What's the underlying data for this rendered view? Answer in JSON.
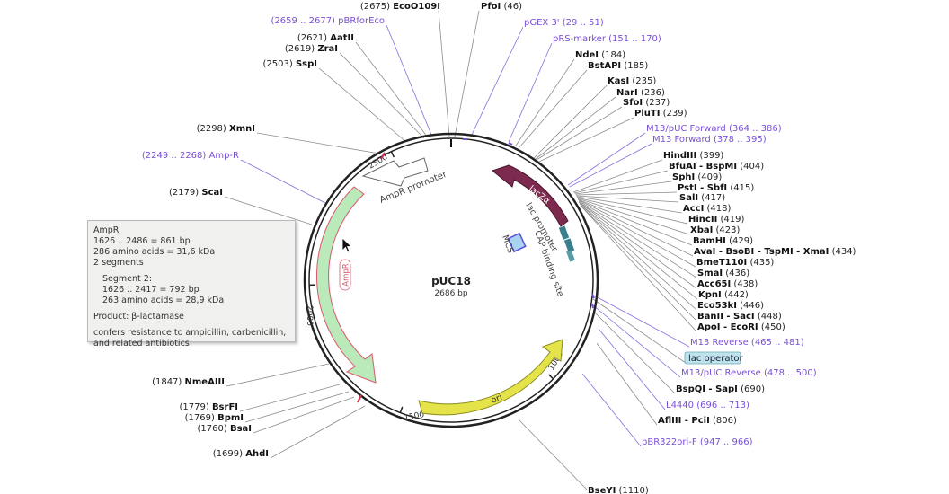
{
  "map": {
    "name": "pUC18",
    "length": "2686 bp",
    "colors": {
      "enzyme": "#111111",
      "enzyme_pos": "#222222",
      "primer": "#7a4fd6",
      "leader": "#8c8c8c",
      "primer_leader": "#8a6bdc",
      "ampr": "#9de09d",
      "lacza": "#7d2a4e",
      "ori": "#e4e44a",
      "ampr_promoter": "#ffffff",
      "tick": "#d12b4a"
    },
    "ticks": [
      "2500",
      "2000",
      "1500",
      "1000"
    ],
    "features": {
      "ampr_label": "AmpR",
      "ampr_promoter_label": "AmpR promoter",
      "lacza_label": "lacZα",
      "lac_promoter_label": "lac promoter",
      "cap_label": "CAP binding site",
      "mcs_label": "MCS",
      "ori_label": "ori"
    }
  },
  "labels_top": [
    {
      "pos": "(2675)",
      "name": "EcoO109I"
    },
    {
      "pos": "(46)",
      "name": "PfoI"
    }
  ],
  "labels_left": [
    {
      "pos": "(2659 .. 2677)",
      "name": "pBRforEco",
      "primer": true
    },
    {
      "pos": "(2621)",
      "name": "AatII"
    },
    {
      "pos": "(2619)",
      "name": "ZraI"
    },
    {
      "pos": "(2503)",
      "name": "SspI"
    },
    {
      "pos": "(2298)",
      "name": "XmnI"
    },
    {
      "pos": "(2249 .. 2268)",
      "name": "Amp-R",
      "primer": true
    },
    {
      "pos": "(2179)",
      "name": "ScaI"
    },
    {
      "pos": "(1847)",
      "name": "NmeAIII"
    },
    {
      "pos": "(1779)",
      "name": "BsrFI"
    },
    {
      "pos": "(1769)",
      "name": "BpmI"
    },
    {
      "pos": "(1760)",
      "name": "BsaI"
    },
    {
      "pos": "(1699)",
      "name": "AhdI"
    }
  ],
  "labels_right": [
    {
      "name": "pGEX 3'",
      "pos": "(29 .. 51)",
      "primer": true
    },
    {
      "name": "pRS-marker",
      "pos": "(151 .. 170)",
      "primer": true
    },
    {
      "name": "NdeI",
      "pos": "(184)"
    },
    {
      "name": "BstAPI",
      "pos": "(185)"
    },
    {
      "name": "KasI",
      "pos": "(235)"
    },
    {
      "name": "NarI",
      "pos": "(236)"
    },
    {
      "name": "SfoI",
      "pos": "(237)"
    },
    {
      "name": "PluTI",
      "pos": "(239)"
    },
    {
      "name": "M13/pUC Forward",
      "pos": "(364 .. 386)",
      "primer": true
    },
    {
      "name": "M13 Forward",
      "pos": "(378 .. 395)",
      "primer": true
    },
    {
      "name": "HindIII",
      "pos": "(399)"
    },
    {
      "name": "BfuAI - BspMI",
      "pos": "(404)"
    },
    {
      "name": "SphI",
      "pos": "(409)"
    },
    {
      "name": "PstI - SbfI",
      "pos": "(415)"
    },
    {
      "name": "SalI",
      "pos": "(417)"
    },
    {
      "name": "AccI",
      "pos": "(418)"
    },
    {
      "name": "HincII",
      "pos": "(419)"
    },
    {
      "name": "XbaI",
      "pos": "(423)"
    },
    {
      "name": "BamHI",
      "pos": "(429)"
    },
    {
      "name": "AvaI - BsoBI - TspMI - XmaI",
      "pos": "(434)"
    },
    {
      "name": "BmeT110I",
      "pos": "(435)"
    },
    {
      "name": "SmaI",
      "pos": "(436)"
    },
    {
      "name": "Acc65I",
      "pos": "(438)"
    },
    {
      "name": "KpnI",
      "pos": "(442)"
    },
    {
      "name": "Eco53kI",
      "pos": "(446)"
    },
    {
      "name": "BanII - SacI",
      "pos": "(448)"
    },
    {
      "name": "ApoI - EcoRI",
      "pos": "(450)"
    },
    {
      "name": "M13 Reverse",
      "pos": "(465 .. 481)",
      "primer": true
    },
    {
      "name": "lac operator",
      "pos": "",
      "boxed": true
    },
    {
      "name": "M13/pUC Reverse",
      "pos": "(478 .. 500)",
      "primer": true
    },
    {
      "name": "BspQI - SapI",
      "pos": "(690)"
    },
    {
      "name": "L4440",
      "pos": "(696 .. 713)",
      "primer": true
    },
    {
      "name": "AflIII - PciI",
      "pos": "(806)"
    },
    {
      "name": "pBR322ori-F",
      "pos": "(947 .. 966)",
      "primer": true
    },
    {
      "name": "BseYI",
      "pos": "(1110)"
    }
  ],
  "tooltip": {
    "title": "AmpR",
    "range": "1626 .. 2486  =  861 bp",
    "aa": "286 amino acids  =  31,6 kDa",
    "segments": "2 segments",
    "seg_title": "Segment 2:",
    "seg_range": "1626 .. 2417  =  792 bp",
    "seg_aa": "263 amino acids  =  28,9 kDa",
    "product": "Product: β-lactamase",
    "note": "confers resistance to ampicillin, carbenicillin, and related antibiotics"
  }
}
